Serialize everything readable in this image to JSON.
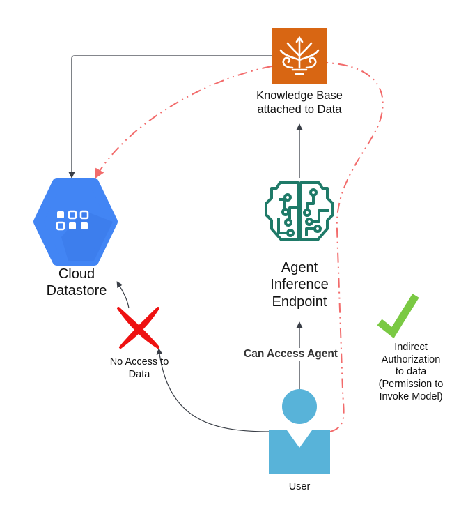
{
  "diagram": {
    "nodes": {
      "knowledge_base": {
        "label_lines": [
          "Knowledge Base",
          "attached to Data"
        ],
        "icon": "knowledge-base-icon",
        "color": "#D86613"
      },
      "cloud_datastore": {
        "label_lines": [
          "Cloud",
          "Datastore"
        ],
        "icon": "cloud-datastore-icon",
        "color": "#4285F4"
      },
      "agent_endpoint": {
        "label_lines": [
          "Agent",
          "Inference",
          "Endpoint"
        ],
        "icon": "brain-circuit-icon",
        "color": "#1F7A68"
      },
      "user": {
        "label": "User",
        "icon": "user-icon",
        "color": "#58B3D9"
      }
    },
    "edges": {
      "user_to_agent": {
        "label": "Can Access Agent",
        "style": "solid",
        "color": "#3A3F47"
      },
      "agent_to_kb": {
        "style": "solid",
        "color": "#3A3F47"
      },
      "kb_to_datastore": {
        "style": "solid",
        "color": "#3A3F47"
      },
      "user_to_datastore": {
        "label_lines": [
          "No Access to",
          "Data"
        ],
        "style": "solid",
        "color": "#3A3F47",
        "status": "denied"
      },
      "indirect_path": {
        "style": "dash-dot",
        "color": "#F26B6B"
      }
    },
    "markers": {
      "denied": {
        "icon": "cross-icon",
        "color": "#EE1111"
      },
      "allowed": {
        "icon": "checkmark-icon",
        "color": "#7AC943",
        "label_lines": [
          "Indirect",
          "Authorization",
          "to data",
          "(Permission to",
          "Invoke Model)"
        ]
      }
    }
  }
}
